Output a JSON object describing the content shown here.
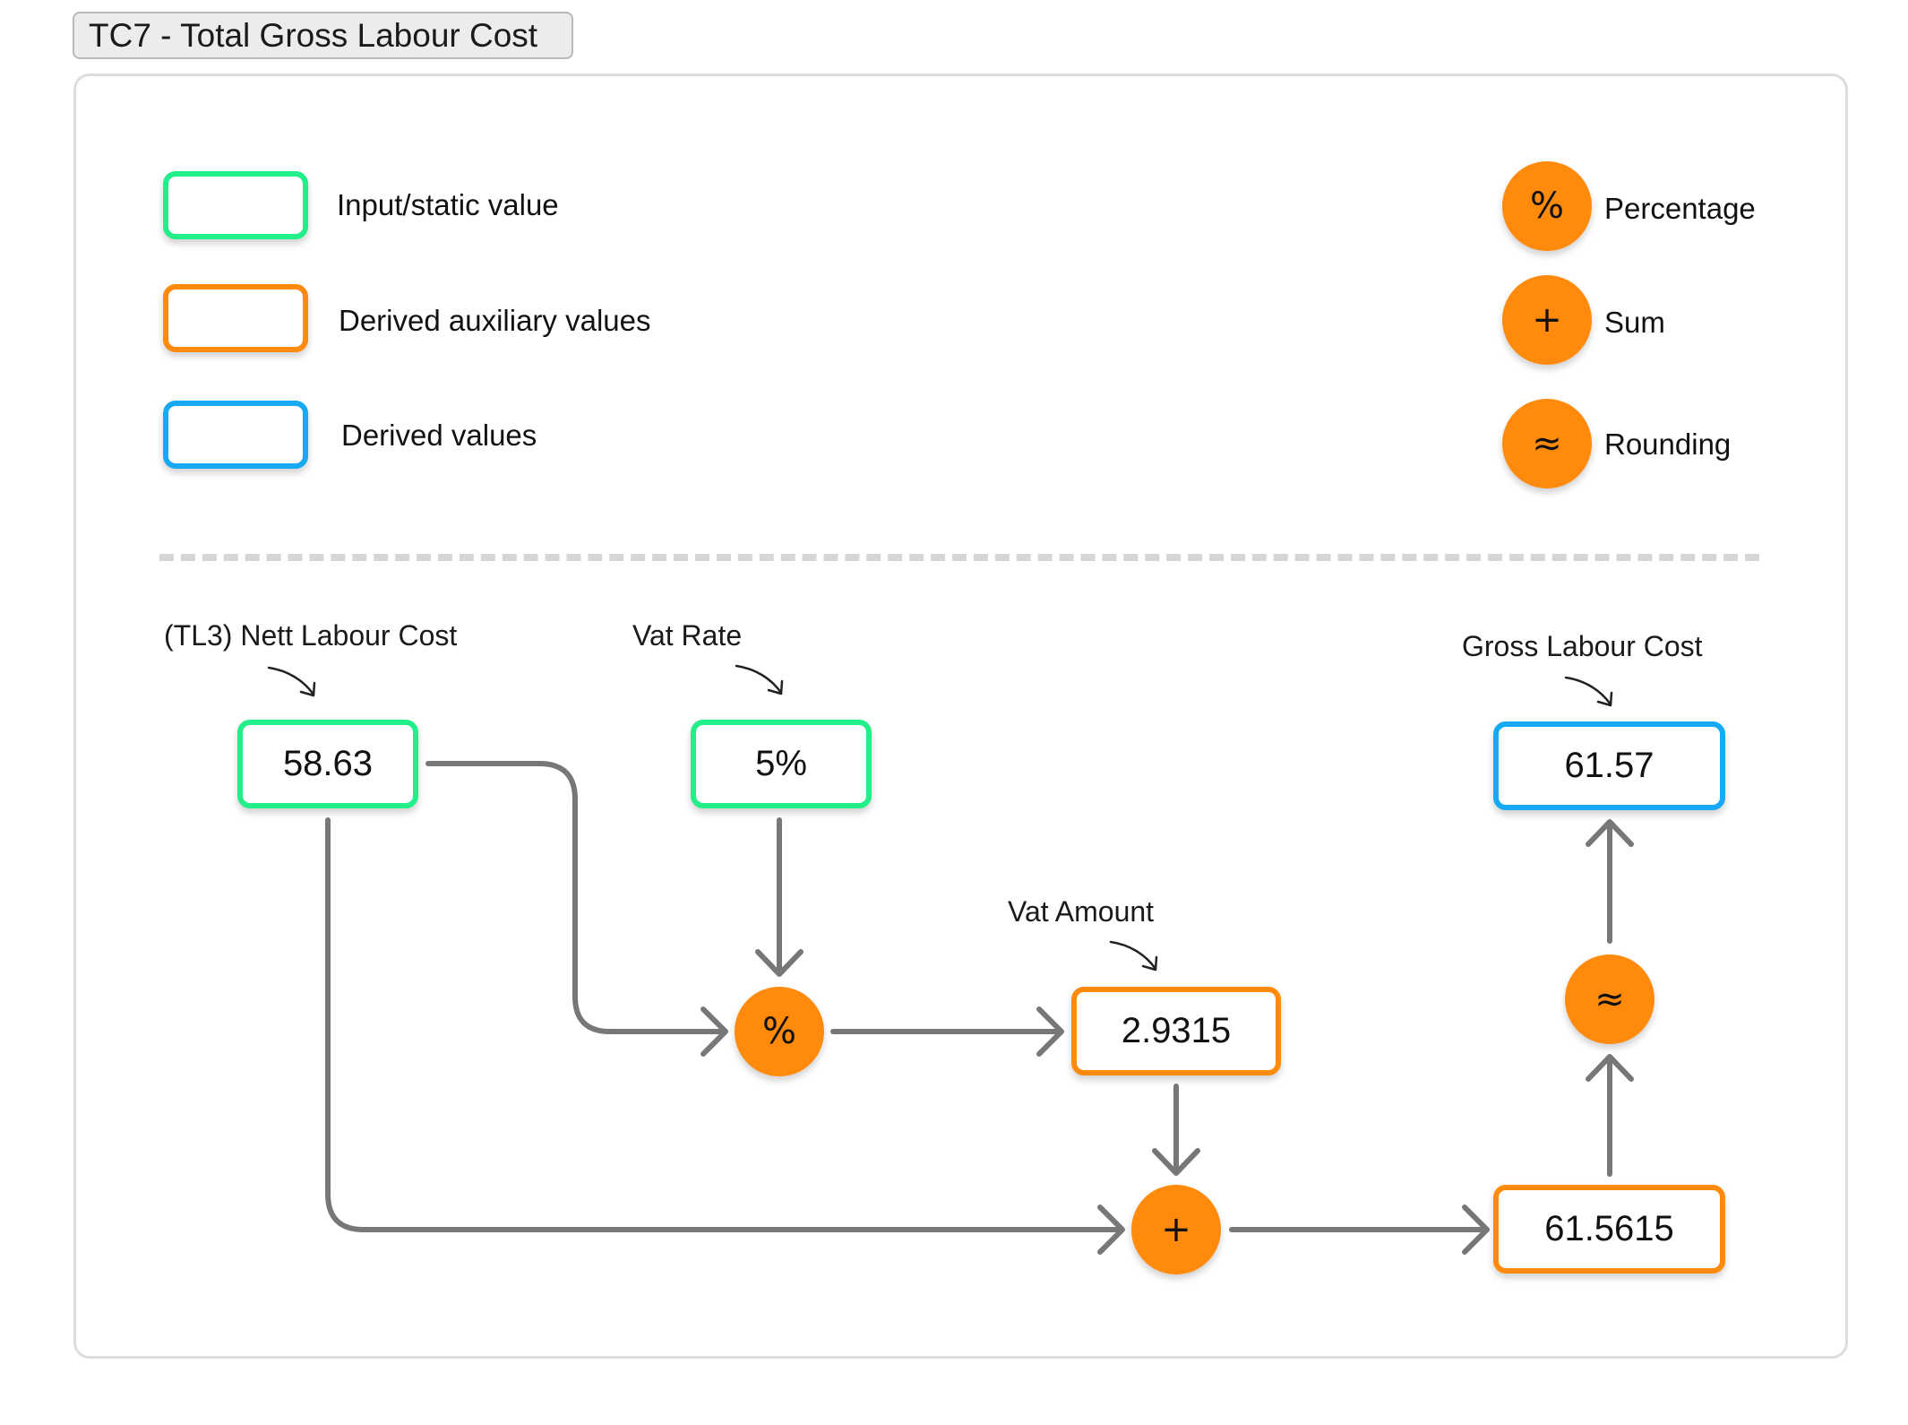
{
  "title": "TC7 - Total Gross Labour Cost",
  "legend": {
    "box_types": [
      {
        "label": "Input/static value",
        "color": "#23ef8a"
      },
      {
        "label": "Derived auxiliary values",
        "color": "#ff8a0c"
      },
      {
        "label": "Derived values",
        "color": "#17a9f3"
      }
    ],
    "operators": [
      {
        "symbol": "%",
        "label": "Percentage",
        "icon": "percent-icon"
      },
      {
        "symbol": "+",
        "label": "Sum",
        "icon": "plus-icon"
      },
      {
        "symbol": "≈",
        "label": "Rounding",
        "icon": "approx-icon"
      }
    ]
  },
  "nodes": {
    "nett_labour_cost": {
      "label": "(TL3) Nett Labour Cost",
      "value": "58.63",
      "kind": "input"
    },
    "vat_rate": {
      "label": "Vat Rate",
      "value": "5%",
      "kind": "input"
    },
    "vat_amount": {
      "label": "Vat Amount",
      "value": "2.9315",
      "kind": "auxiliary"
    },
    "sum_result": {
      "label": "",
      "value": "61.5615",
      "kind": "auxiliary"
    },
    "gross_labour_cost": {
      "label": "Gross Labour Cost",
      "value": "61.57",
      "kind": "derived"
    }
  },
  "operators": {
    "percentage": "%",
    "sum": "+",
    "rounding": "≈"
  },
  "colors": {
    "input": "#23ef8a",
    "auxiliary": "#ff8a0c",
    "derived": "#17a9f3",
    "operator_fill": "#ff8a0c",
    "connector": "#777777"
  }
}
